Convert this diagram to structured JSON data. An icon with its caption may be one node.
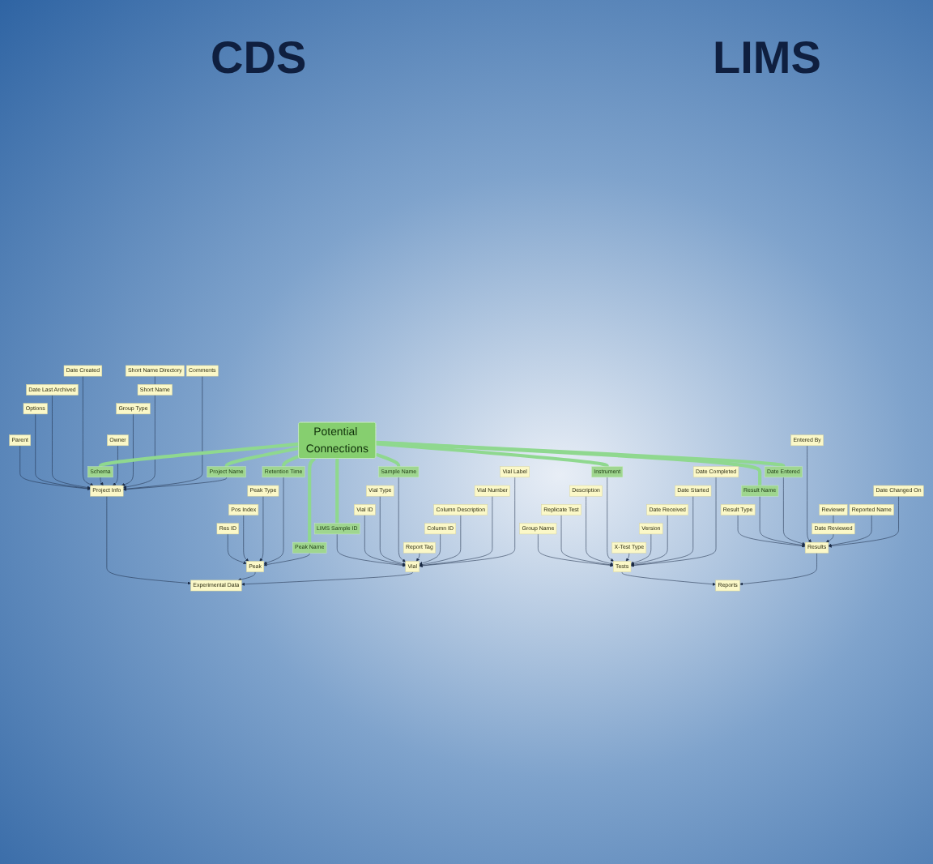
{
  "diagram": {
    "nodes": [
      {
        "text": [
          "Potential Connections"
        ]
      },
      {
        "text": [
          "Parent"
        ]
      },
      {
        "text": [
          "Options"
        ]
      },
      {
        "text": [
          "Date Last Archived"
        ]
      },
      {
        "text": [
          "Date Created"
        ]
      },
      {
        "text": [
          "Schema"
        ]
      },
      {
        "text": [
          "Owner"
        ]
      },
      {
        "text": [
          "Project Info"
        ]
      },
      {
        "text": [
          "Group Type"
        ]
      },
      {
        "text": [
          "Short Name"
        ]
      },
      {
        "text": [
          "Comments"
        ]
      },
      {
        "text": [
          "Project Name"
        ]
      },
      {
        "text": [
          "Short Name Directory"
        ]
      },
      {
        "text": [
          "Experimental Data"
        ]
      },
      {
        "text": [
          "Peak"
        ]
      },
      {
        "text": [
          "Res ID"
        ]
      },
      {
        "text": [
          "Pos Index"
        ]
      },
      {
        "text": [
          "Peak Type"
        ]
      },
      {
        "text": [
          "Peak Name"
        ]
      },
      {
        "text": [
          "Retention Time"
        ]
      },
      {
        "text": [
          "Vial"
        ]
      },
      {
        "text": [
          "LIMS Sample ID"
        ]
      },
      {
        "text": [
          "Vial ID"
        ]
      },
      {
        "text": [
          "Vial Type"
        ]
      },
      {
        "text": [
          "Sample Name"
        ]
      },
      {
        "text": [
          "Report Tag"
        ]
      },
      {
        "text": [
          "Column ID"
        ]
      },
      {
        "text": [
          "Column Description"
        ]
      },
      {
        "text": [
          "Vial Number"
        ]
      },
      {
        "text": [
          "Vial Label"
        ]
      },
      {
        "text": [
          "Group Name"
        ]
      },
      {
        "text": [
          "Replicate Test"
        ]
      },
      {
        "text": [
          "Description"
        ]
      },
      {
        "text": [
          "Instrument"
        ]
      },
      {
        "text": [
          "X-Test Type"
        ]
      },
      {
        "text": [
          "Version"
        ]
      },
      {
        "text": [
          "Tests"
        ]
      },
      {
        "text": [
          "Date Received"
        ]
      },
      {
        "text": [
          "Date Started"
        ]
      },
      {
        "text": [
          "Date Completed"
        ]
      },
      {
        "text": [
          "Reports"
        ]
      },
      {
        "text": [
          "Results"
        ]
      },
      {
        "text": [
          "Result Type"
        ]
      },
      {
        "text": [
          "Result Name"
        ]
      },
      {
        "text": [
          "Date Entered"
        ]
      },
      {
        "text": [
          "Entered By"
        ]
      },
      {
        "text": [
          "Reported Name"
        ]
      },
      {
        "text": [
          "Date Reviewed"
        ]
      },
      {
        "text": [
          "Date Changed On"
        ]
      },
      {
        "text": [
          "Reviewer"
        ]
      }
    ],
    "edges": [
      {
        "from": 1,
        "to": 7,
        "arrow": "to"
      },
      {
        "from": 2,
        "to": 7,
        "arrow": "to"
      },
      {
        "from": 3,
        "to": 7,
        "arrow": "to"
      },
      {
        "from": 4,
        "to": 7,
        "arrow": "to"
      },
      {
        "from": 5,
        "to": 7,
        "arrow": "to"
      },
      {
        "from": 6,
        "to": 7,
        "arrow": "to"
      },
      {
        "from": 8,
        "to": 7,
        "arrow": "to"
      },
      {
        "from": 9,
        "to": 7,
        "arrow": "to"
      },
      {
        "from": 10,
        "to": 7,
        "arrow": "to"
      },
      {
        "from": 11,
        "to": 7,
        "arrow": "to"
      },
      {
        "from": 12,
        "to": 9,
        "arrow": "none"
      },
      {
        "from": 7,
        "to": 13,
        "arrow": "to"
      },
      {
        "from": 14,
        "to": 13,
        "arrow": "to"
      },
      {
        "from": 20,
        "to": 13,
        "arrow": "to"
      },
      {
        "from": 15,
        "to": 14,
        "arrow": "to"
      },
      {
        "from": 16,
        "to": 14,
        "arrow": "to"
      },
      {
        "from": 17,
        "to": 14,
        "arrow": "to"
      },
      {
        "from": 19,
        "to": 14,
        "arrow": "to"
      },
      {
        "from": 18,
        "to": 14,
        "arrow": "to"
      },
      {
        "from": 21,
        "to": 20,
        "arrow": "to"
      },
      {
        "from": 22,
        "to": 20,
        "arrow": "to"
      },
      {
        "from": 23,
        "to": 20,
        "arrow": "to"
      },
      {
        "from": 24,
        "to": 20,
        "arrow": "to"
      },
      {
        "from": 25,
        "to": 20,
        "arrow": "to"
      },
      {
        "from": 26,
        "to": 20,
        "arrow": "to"
      },
      {
        "from": 27,
        "to": 20,
        "arrow": "to"
      },
      {
        "from": 28,
        "to": 20,
        "arrow": "to"
      },
      {
        "from": 29,
        "to": 20,
        "arrow": "to"
      },
      {
        "from": 30,
        "to": 36,
        "arrow": "to"
      },
      {
        "from": 31,
        "to": 36,
        "arrow": "to"
      },
      {
        "from": 32,
        "to": 36,
        "arrow": "to"
      },
      {
        "from": 33,
        "to": 36,
        "arrow": "to"
      },
      {
        "from": 34,
        "to": 36,
        "arrow": "to"
      },
      {
        "from": 35,
        "to": 36,
        "arrow": "to"
      },
      {
        "from": 37,
        "to": 36,
        "arrow": "to"
      },
      {
        "from": 38,
        "to": 36,
        "arrow": "to"
      },
      {
        "from": 39,
        "to": 36,
        "arrow": "to"
      },
      {
        "from": 36,
        "to": 40,
        "arrow": "to"
      },
      {
        "from": 41,
        "to": 40,
        "arrow": "to"
      },
      {
        "from": 42,
        "to": 41,
        "arrow": "to"
      },
      {
        "from": 43,
        "to": 41,
        "arrow": "to"
      },
      {
        "from": 44,
        "to": 41,
        "arrow": "to"
      },
      {
        "from": 45,
        "to": 41,
        "arrow": "to"
      },
      {
        "from": 47,
        "to": 41,
        "arrow": "to"
      },
      {
        "from": 46,
        "to": 41,
        "arrow": "to"
      },
      {
        "from": 48,
        "to": 41,
        "arrow": "to"
      },
      {
        "from": 49,
        "to": 47,
        "arrow": "none"
      },
      {
        "from": 0,
        "to": 5,
        "arrow": "none",
        "style": "thick",
        "color": "#8fd88f"
      },
      {
        "from": 0,
        "to": 11,
        "arrow": "none",
        "style": "thick",
        "color": "#8fd88f"
      },
      {
        "from": 0,
        "to": 33,
        "arrow": "none",
        "style": "thick",
        "color": "#8fd88f"
      },
      {
        "from": 0,
        "to": 43,
        "arrow": "none",
        "style": "thick",
        "color": "#8fd88f"
      },
      {
        "from": 0,
        "to": 44,
        "arrow": "none",
        "style": "thick",
        "color": "#8fd88f"
      },
      {
        "from": 0,
        "to": 21,
        "arrow": "none",
        "style": "thick",
        "color": "#8fd88f"
      },
      {
        "from": 0,
        "to": 24,
        "arrow": "none",
        "style": "thick",
        "color": "#8fd88f"
      },
      {
        "from": 0,
        "to": 18,
        "arrow": "none",
        "style": "thick",
        "color": "#8fd88f"
      },
      {
        "from": 0,
        "to": 19,
        "arrow": "none",
        "style": "thick",
        "color": "#8fd88f"
      }
    ],
    "labels": [
      "CDS",
      "LIMS"
    ]
  }
}
